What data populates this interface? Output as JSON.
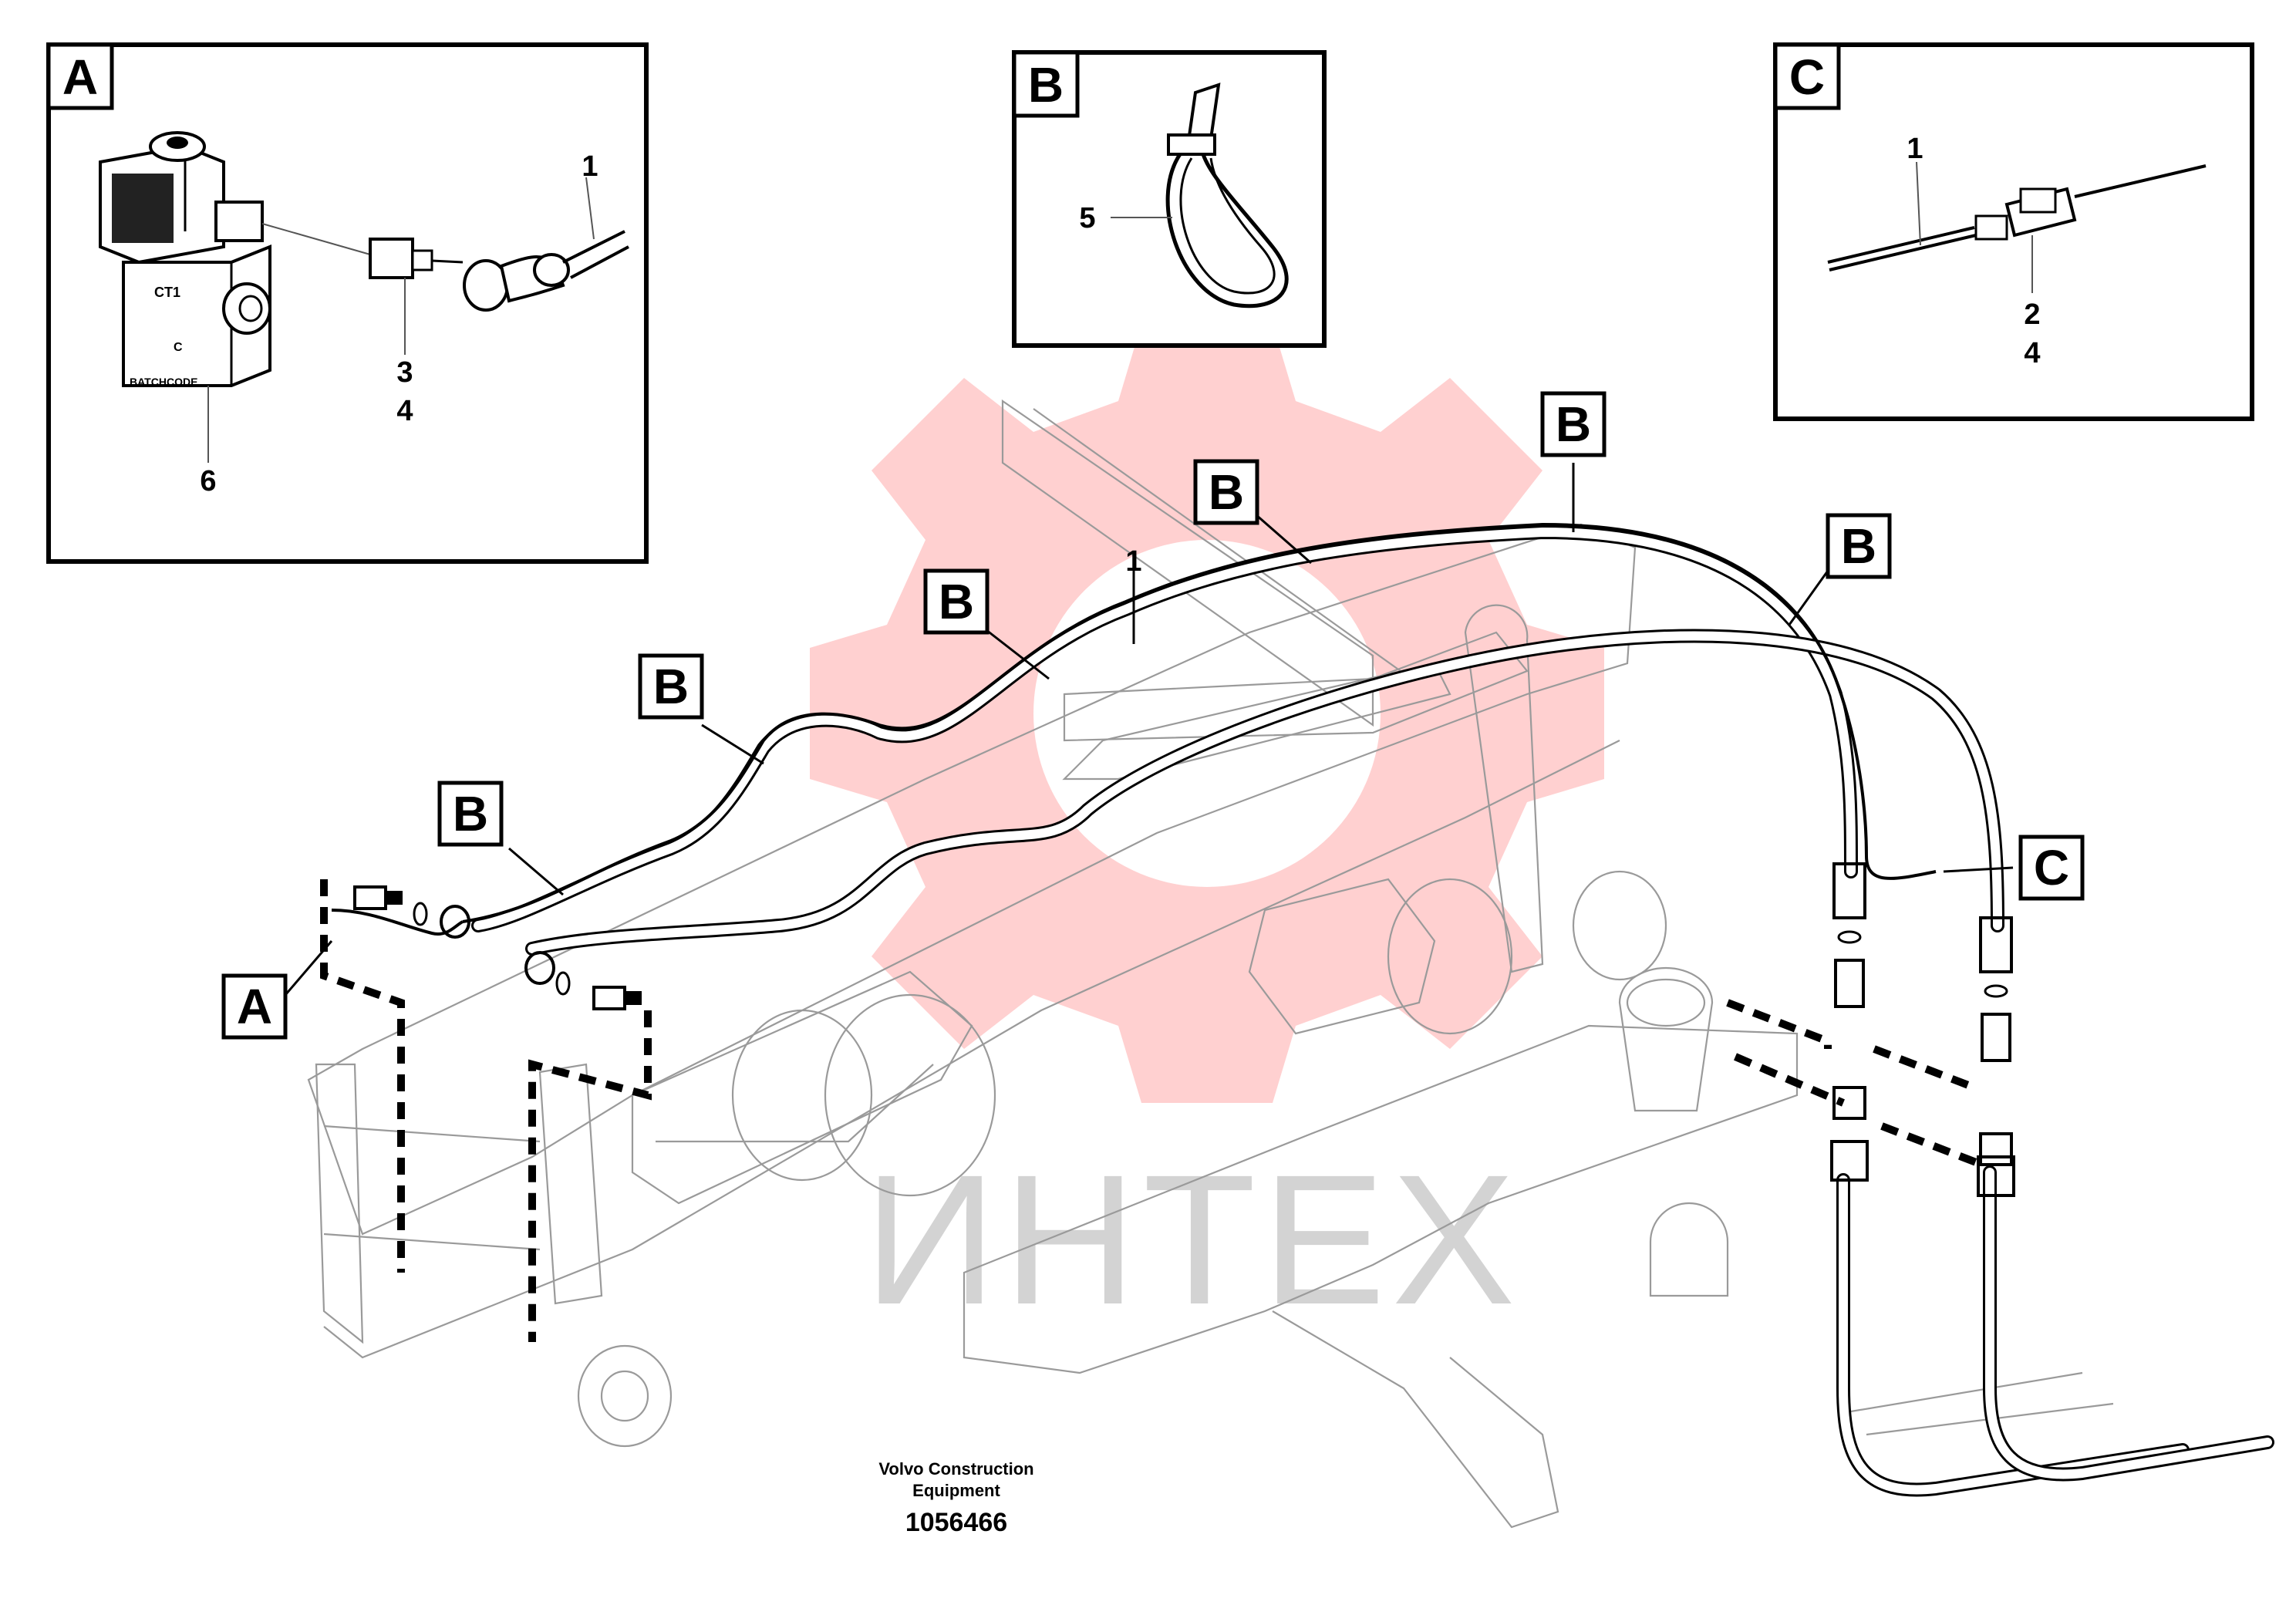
{
  "callouts": {
    "detail_a": "A",
    "detail_b": "B",
    "detail_c": "C",
    "pointer_a": "A",
    "pointer_b_1": "B",
    "pointer_b_2": "B",
    "pointer_b_3": "B",
    "pointer_b_4": "B",
    "pointer_b_5": "B",
    "pointer_b_6": "B",
    "pointer_c": "C"
  },
  "part_numbers": {
    "a_cable": "1",
    "a_connector_1": "3",
    "a_connector_2": "4",
    "a_valve": "6",
    "b_tie": "5",
    "c_cable": "1",
    "c_connector_1": "2",
    "c_connector_2": "4",
    "main_cable": "1"
  },
  "valve_markings": {
    "port": "CT1",
    "side": "C",
    "bottom": "BATCHCODE"
  },
  "caption": {
    "company_line1": "Volvo Construction",
    "company_line2": "Equipment",
    "drawing_number": "1056466"
  },
  "watermark": {
    "text": "ИНТЕХ",
    "color": "#ff2a2a"
  }
}
